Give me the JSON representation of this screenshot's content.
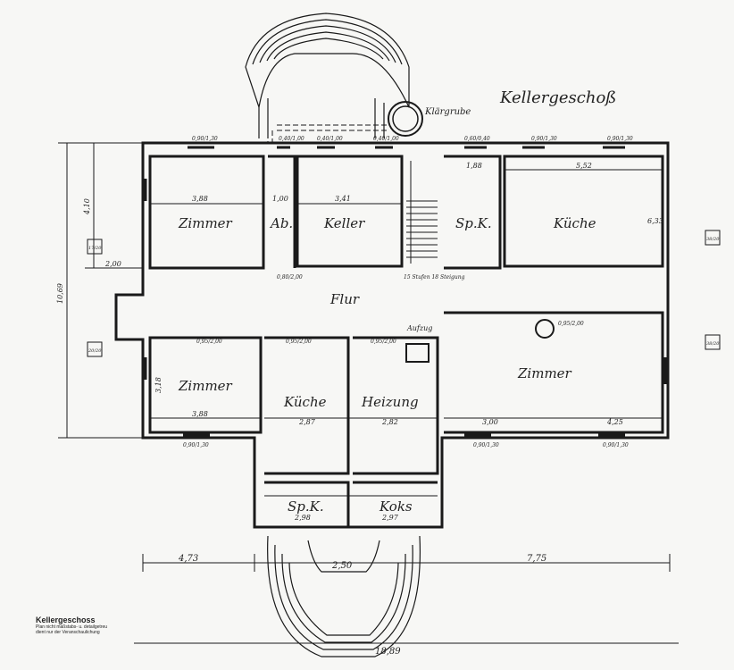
{
  "title": "Kellergeschoß",
  "septic_tank_label": "Klärgrube",
  "rooms": {
    "zimmer_top_left": "Zimmer",
    "ab": "Ab.",
    "keller": "Keller",
    "sp_k_top": "Sp.K.",
    "kueche_top_right": "Küche",
    "flur": "Flur",
    "aufzug": "Aufzug",
    "zimmer_bottom_left": "Zimmer",
    "kueche_middle": "Küche",
    "heizung": "Heizung",
    "zimmer_right": "Zimmer",
    "sp_k_bottom": "Sp.K.",
    "koks": "Koks"
  },
  "dimensions": {
    "d_3_88_top": "3,88",
    "d_1_00": "1,00",
    "d_3_41": "3,41",
    "d_1_88": "1,88",
    "d_5_52": "5,52",
    "d_6_33": "6,33",
    "d_10_69": "10,69",
    "d_4_10": "4,10",
    "d_2_00": "2,00",
    "d_3_18": "3,18",
    "d_3_88_bottom": "3,88",
    "d_2_87": "2,87",
    "d_2_82": "2,82",
    "d_3_00": "3,00",
    "d_4_25": "4,25",
    "d_2_98": "2,98",
    "d_2_97": "2,97",
    "d_4_73": "4,73",
    "d_7_75": "7,75",
    "d_2_50": "2,50",
    "d_18_89": "18,89",
    "stairs_note": "15 Stufen 18 Steigung",
    "w1": "0,90/1,30",
    "w2": "0,40/1,00",
    "w3": "0,40/1,00",
    "w4": "0,40/1,00",
    "w5": "0,60/0,40",
    "w6": "0,90/1,30",
    "w7": "0,90/1,30",
    "w8": "0,90/1,30",
    "w9": "0,90/1,30",
    "w10": "0,90/1,30",
    "door1": "0,95/2,00",
    "door2": "0,95/2,00",
    "door3": "0,95/2,00",
    "door4": "0,95/2,00",
    "door5": "0,80/2,00",
    "chimney1": "17/20",
    "chimney2": "20/20",
    "chimney3": "38/20",
    "chimney4": "38/20"
  },
  "caption": {
    "title": "Kellergeschoss",
    "line1": "Plan nicht maßstabs- u. detailgetreu",
    "line2": "dient nur der Veranschaulichung"
  }
}
